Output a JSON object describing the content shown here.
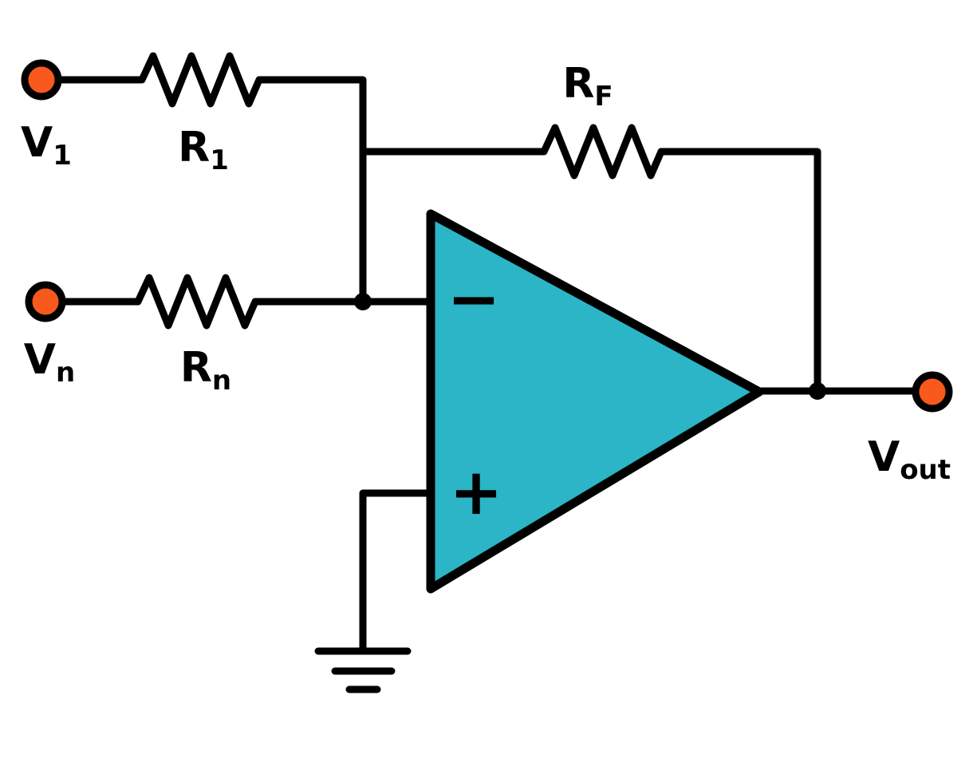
{
  "diagram": {
    "colors": {
      "wire": "#000000",
      "terminal": "#f9591d",
      "opamp": "#2bb5c6",
      "background": "#ffffff"
    },
    "labels": {
      "v1": {
        "base": "V",
        "sub": "1"
      },
      "r1": {
        "base": "R",
        "sub": "1"
      },
      "vn": {
        "base": "V",
        "sub": "n"
      },
      "rn": {
        "base": "R",
        "sub": "n"
      },
      "rf": {
        "base": "R",
        "sub": "F"
      },
      "vout": {
        "base": "V",
        "sub": "out"
      },
      "inverting_input": "−",
      "noninverting_input": "+"
    }
  }
}
